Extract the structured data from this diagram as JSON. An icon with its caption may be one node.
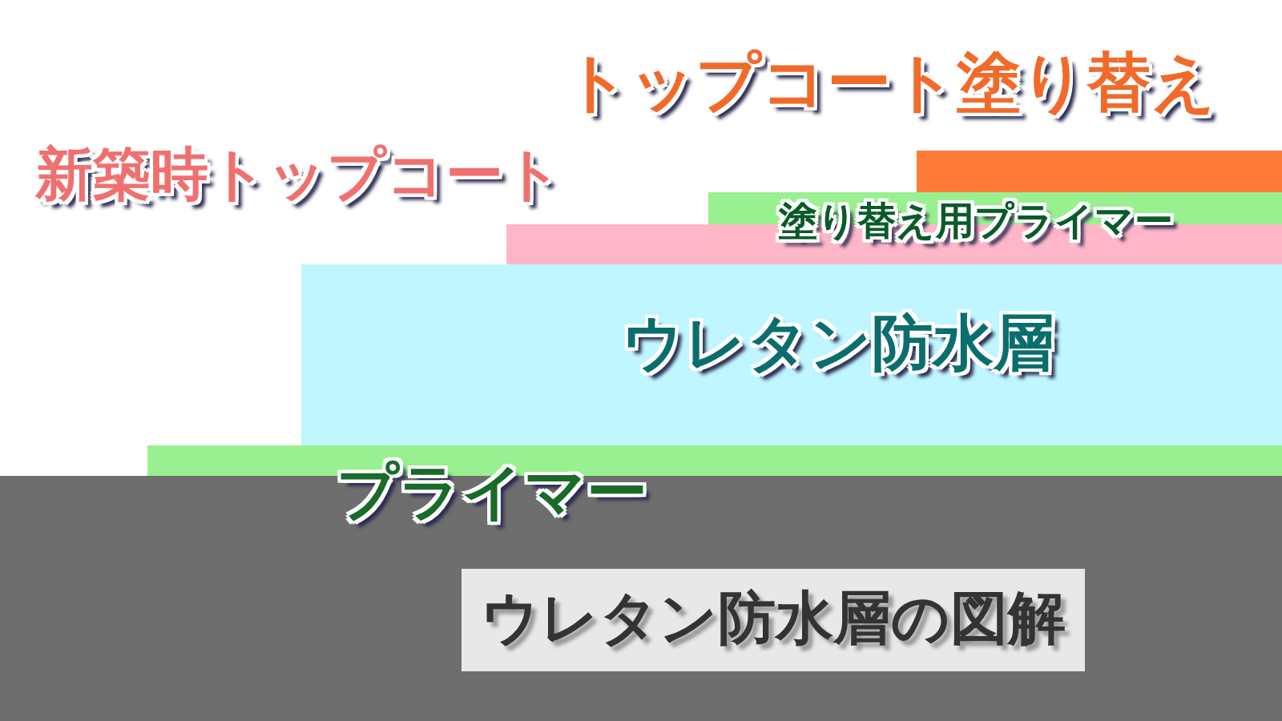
{
  "diagram": {
    "title": "ウレタン防水層の図解",
    "nodes": [
      {
        "text": [],
        "shape": "bar"
      },
      {
        "text": [],
        "shape": "bar"
      },
      {
        "text": [],
        "shape": "bar"
      },
      {
        "text": [
          "ウレタン防水層"
        ]
      },
      {
        "text": [],
        "shape": "bar"
      },
      {
        "text": [],
        "shape": "bar"
      }
    ],
    "labels": [
      "トップコート塗り替え",
      "新築時トップコート",
      "塗り替え用プライマー",
      "プライマー"
    ]
  }
}
